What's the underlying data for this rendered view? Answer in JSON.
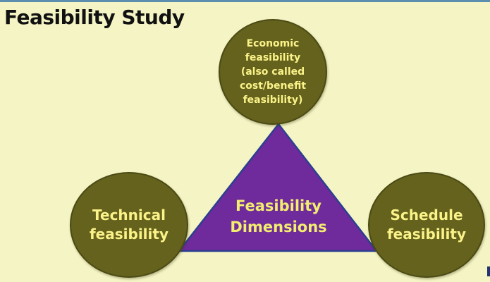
{
  "title": "Feasibility Study",
  "diagram": {
    "center": {
      "line1": "Feasibility",
      "line2": "Dimensions"
    },
    "nodes": {
      "top": {
        "lines": [
          "Economic",
          "feasibility",
          "(also called",
          "cost/benefit",
          "feasibility)"
        ]
      },
      "left": {
        "lines": [
          "Technical",
          "feasibility"
        ]
      },
      "right": {
        "lines": [
          "Schedule",
          "feasibility"
        ]
      }
    }
  },
  "colors": {
    "background": "#f5f4c4",
    "circle_fill": "#64621c",
    "circle_text": "#fbf38a",
    "triangle_fill": "#6f2a9c",
    "triangle_stroke": "#2b3f8f",
    "center_text": "#f2ef6e"
  }
}
